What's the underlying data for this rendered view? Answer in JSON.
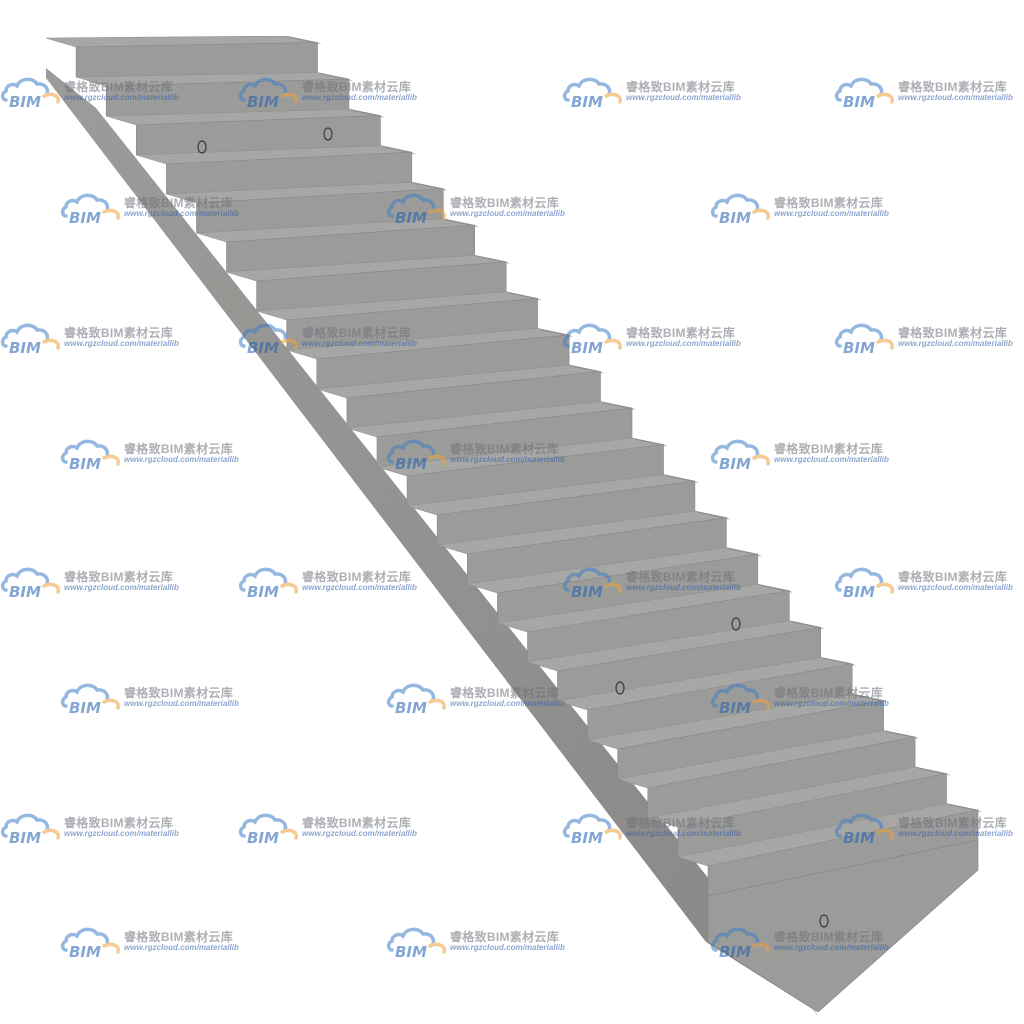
{
  "scene": {
    "subject": "precast concrete straight staircase",
    "step_count": 22,
    "colors": {
      "background": "#ffffff",
      "tread": "#a6a6a4",
      "riser": "#9a9a98",
      "side": "#8c8c8a",
      "cloud_blue": "#3f7fc8",
      "cloud_orange": "#f0a23c"
    }
  },
  "watermark": {
    "logo_text": "BIM",
    "title": "睿格致BIM素材云库",
    "url": "www.rgzcloud.com/materiallib"
  }
}
